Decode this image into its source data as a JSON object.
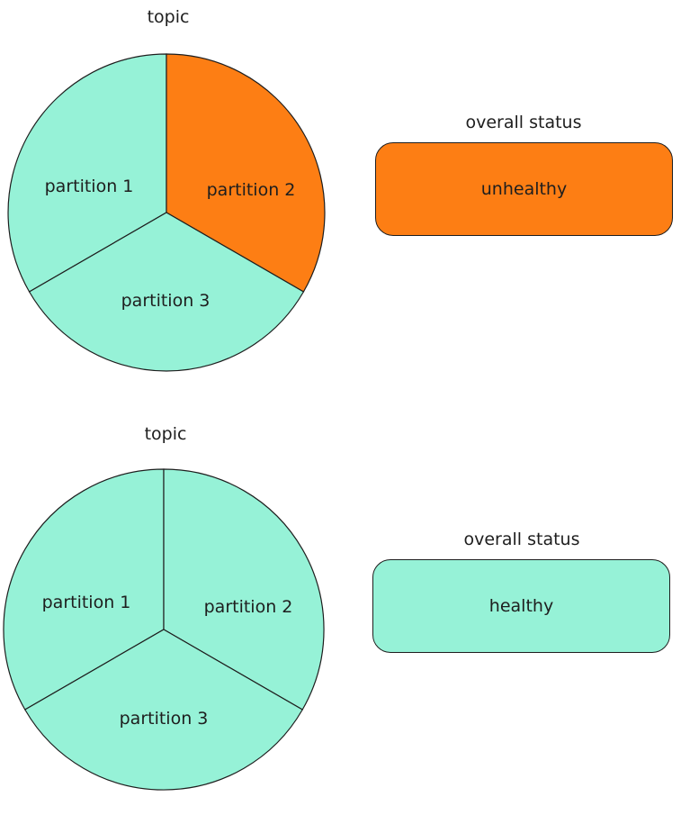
{
  "colors": {
    "healthy": "#96f2d7",
    "unhealthy": "#fd7e14",
    "stroke": "#1e1e1e"
  },
  "diagrams": [
    {
      "topic_label": "topic",
      "partitions": [
        {
          "label": "partition 1",
          "status": "healthy"
        },
        {
          "label": "partition 2",
          "status": "unhealthy"
        },
        {
          "label": "partition 3",
          "status": "healthy"
        }
      ],
      "status_title": "overall status",
      "status_value": "unhealthy",
      "status_kind": "unhealthy"
    },
    {
      "topic_label": "topic",
      "partitions": [
        {
          "label": "partition 1",
          "status": "healthy"
        },
        {
          "label": "partition 2",
          "status": "healthy"
        },
        {
          "label": "partition 3",
          "status": "healthy"
        }
      ],
      "status_title": "overall status",
      "status_value": "healthy",
      "status_kind": "healthy"
    }
  ]
}
